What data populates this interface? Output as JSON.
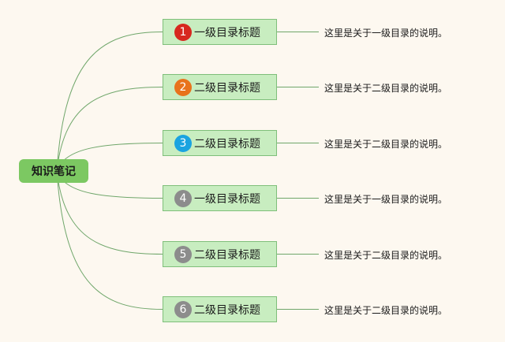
{
  "root": {
    "label": "知识笔记"
  },
  "branches": [
    {
      "number": "1",
      "title": "一级目录标题",
      "note": "这里是关于一级目录的说明。",
      "badge_color": "#d7281f"
    },
    {
      "number": "2",
      "title": "二级目录标题",
      "note": "这里是关于二级目录的说明。",
      "badge_color": "#e8731c"
    },
    {
      "number": "3",
      "title": "二级目录标题",
      "note": "这里是关于二级目录的说明。",
      "badge_color": "#1aa3e0"
    },
    {
      "number": "4",
      "title": "一级目录标题",
      "note": "这里是关于一级目录的说明。",
      "badge_color": "#8c8c8c"
    },
    {
      "number": "5",
      "title": "二级目录标题",
      "note": "这里是关于二级目录的说明。",
      "badge_color": "#8c8c8c"
    },
    {
      "number": "6",
      "title": "二级目录标题",
      "note": "这里是关于二级目录的说明。",
      "badge_color": "#8c8c8c"
    }
  ],
  "colors": {
    "root_fill": "#7cc862",
    "branch_fill": "#c8edc0",
    "branch_border": "#7fbf7a",
    "connector": "#6fa66a",
    "background": "#fdf8f0"
  }
}
